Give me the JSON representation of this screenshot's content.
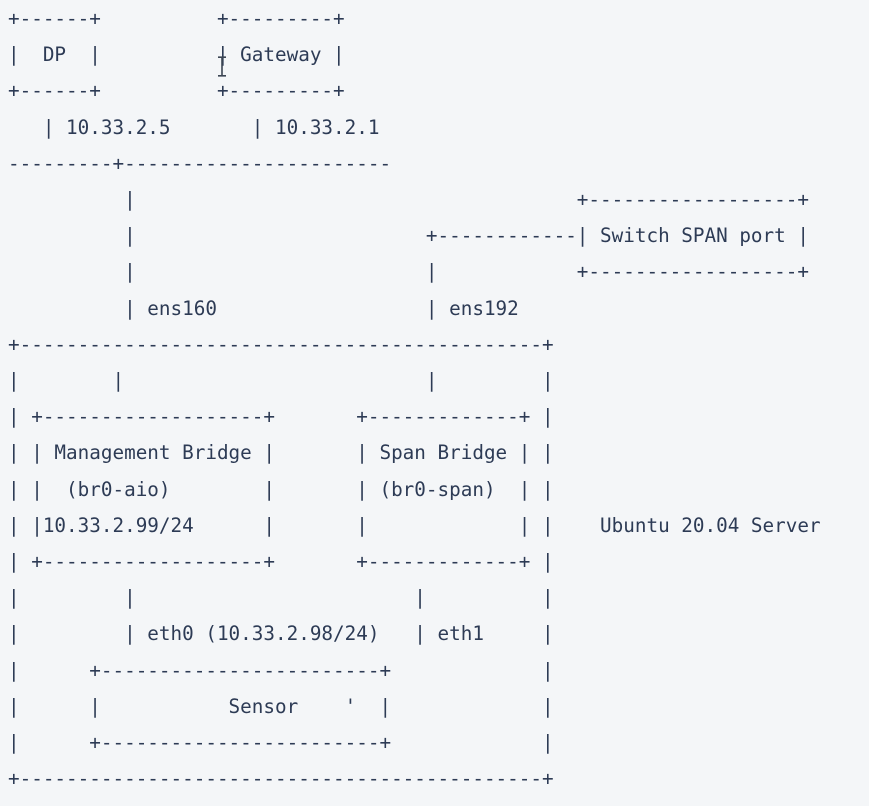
{
  "page": {
    "background_color": "#f4f6f8",
    "text_color": "#2d3b55"
  },
  "diagram": {
    "ascii_lines": [
      "+------+          +---------+",
      "|  DP  |          | Gateway |",
      "+------+          +---------+",
      "   | 10.33.2.5       | 10.33.2.1",
      "---------+-----------------------",
      "          |                                      +------------------+",
      "          |                         +------------| Switch SPAN port |",
      "          |                         |            +------------------+",
      "          | ens160                  | ens192",
      "+---------------------------------------------+",
      "|        |                          |         |",
      "| +-------------------+       +-------------+ |",
      "| | Management Bridge |       | Span Bridge | |",
      "| |  (br0-aio)        |       | (br0-span)  | |",
      "| |10.33.2.99/24      |       |             | |    Ubuntu 20.04 Server",
      "| +-------------------+       +-------------+ |",
      "|         |                        |          |",
      "|         | eth0 (10.33.2.98/24)   | eth1     |",
      "|      +------------------------+             |",
      "|      |           Sensor    '  |             |",
      "|      +------------------------+             |",
      "+---------------------------------------------+"
    ],
    "labels": {
      "dp_node": "DP",
      "dp_ip": "10.33.2.5",
      "gateway_node": "Gateway",
      "gateway_ip": "10.33.2.1",
      "switch_span_port": "Switch SPAN port",
      "mgmt_interface": "ens160",
      "span_interface": "ens192",
      "management_bridge": "Management Bridge",
      "management_bridge_device": "(br0-aio)",
      "management_bridge_ip": "10.33.2.99/24",
      "span_bridge": "Span Bridge",
      "span_bridge_device": "(br0-span)",
      "host": "Ubuntu 20.04 Server",
      "sensor_mgmt_nic": "eth0 (10.33.2.98/24)",
      "sensor_span_nic": "eth1",
      "sensor_node": "Sensor"
    }
  },
  "cursor": {
    "type": "i-beam",
    "color": "#3c4654"
  }
}
